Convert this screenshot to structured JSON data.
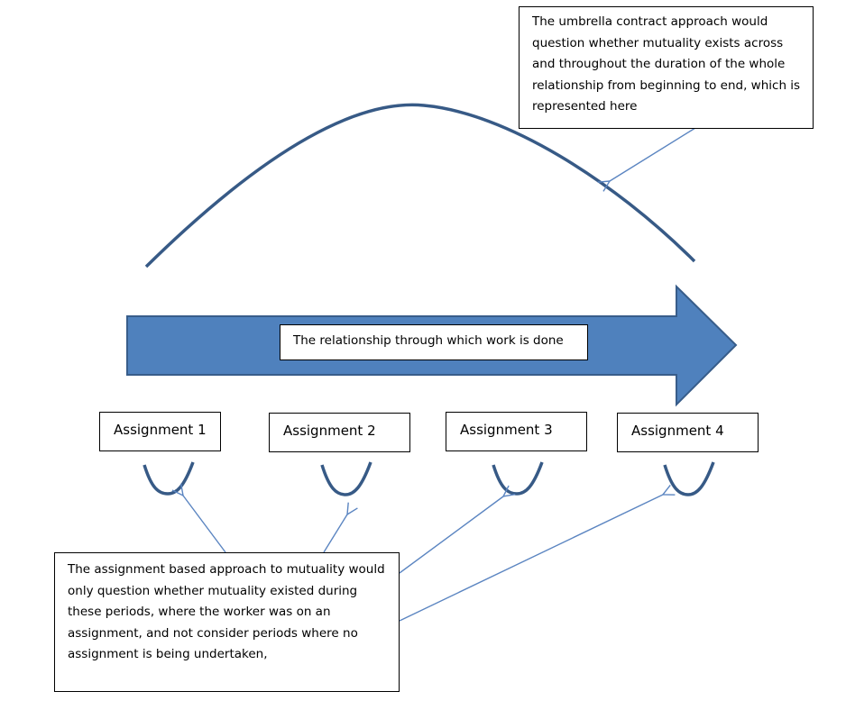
{
  "notes": {
    "umbrella": "The umbrella contract approach would question whether mutuality exists across and throughout the duration of the whole relationship from beginning to end, which is represented here",
    "assignment_based": "The assignment based approach to mutuality would only question whether mutuality existed during these periods, where the worker was on an assignment, and not consider periods where no assignment is being undertaken,"
  },
  "relationship_label": "The relationship through which work is done",
  "assignments": [
    {
      "label": "Assignment 1"
    },
    {
      "label": "Assignment 2"
    },
    {
      "label": "Assignment 3"
    },
    {
      "label": "Assignment 4"
    }
  ],
  "colors": {
    "arrow_fill": "#4f81bd",
    "arrow_stroke": "#385d8a",
    "curve": "#375a86",
    "pointer": "#5b85c1",
    "box_border": "#000000"
  }
}
